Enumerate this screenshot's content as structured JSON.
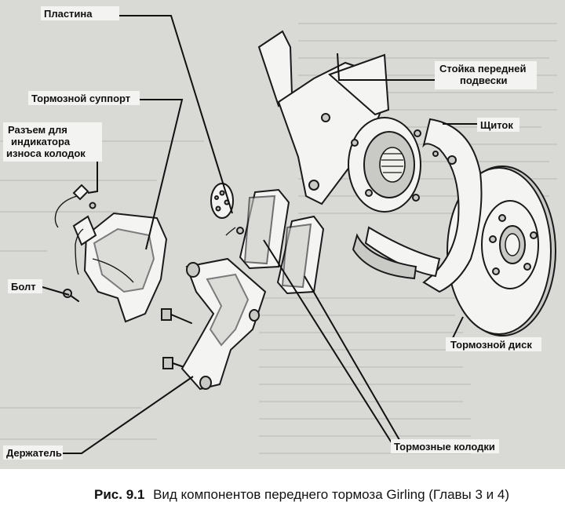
{
  "labels": {
    "plate": "Пластина",
    "caliper": "Тормозной суппорт",
    "connector_line1": "Разъем для",
    "connector_line2": "индикатора",
    "connector_line3": "износа колодок",
    "bolt": "Болт",
    "holder": "Держатель",
    "strut_line1": "Стойка передней",
    "strut_line2": "подвески",
    "shield": "Щиток",
    "disc": "Тормозной диск",
    "pads": "Тормозные колодки"
  },
  "caption": {
    "prefix": "Рис. 9.1",
    "text": "Вид компонентов переднего тормоза Girling (Главы 3 и 4)"
  }
}
